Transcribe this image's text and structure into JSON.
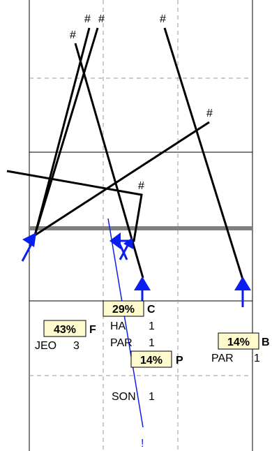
{
  "colors": {
    "grid": "#000000",
    "dashed": "#999999",
    "line": "#000000",
    "thick_bar": "#808080",
    "arrow": "#0a1ef0",
    "box_fill": "#fffacd"
  },
  "markers": {
    "hash": "#",
    "exclaim": "!"
  },
  "boxes": {
    "c": {
      "pct": "29%",
      "tag": "C",
      "line1_name": "HA",
      "line1_count": "1",
      "line2_name": "PAR",
      "line2_count": "1"
    },
    "f": {
      "pct": "43%",
      "tag": "F",
      "line1_name": "JEO",
      "line1_count": "3"
    },
    "b": {
      "pct": "14%",
      "tag": "B",
      "line1_name": "PAR",
      "line1_count": "1"
    },
    "p": {
      "pct": "14%",
      "tag": "P",
      "line1_name": "SON",
      "line1_count": "1"
    }
  }
}
